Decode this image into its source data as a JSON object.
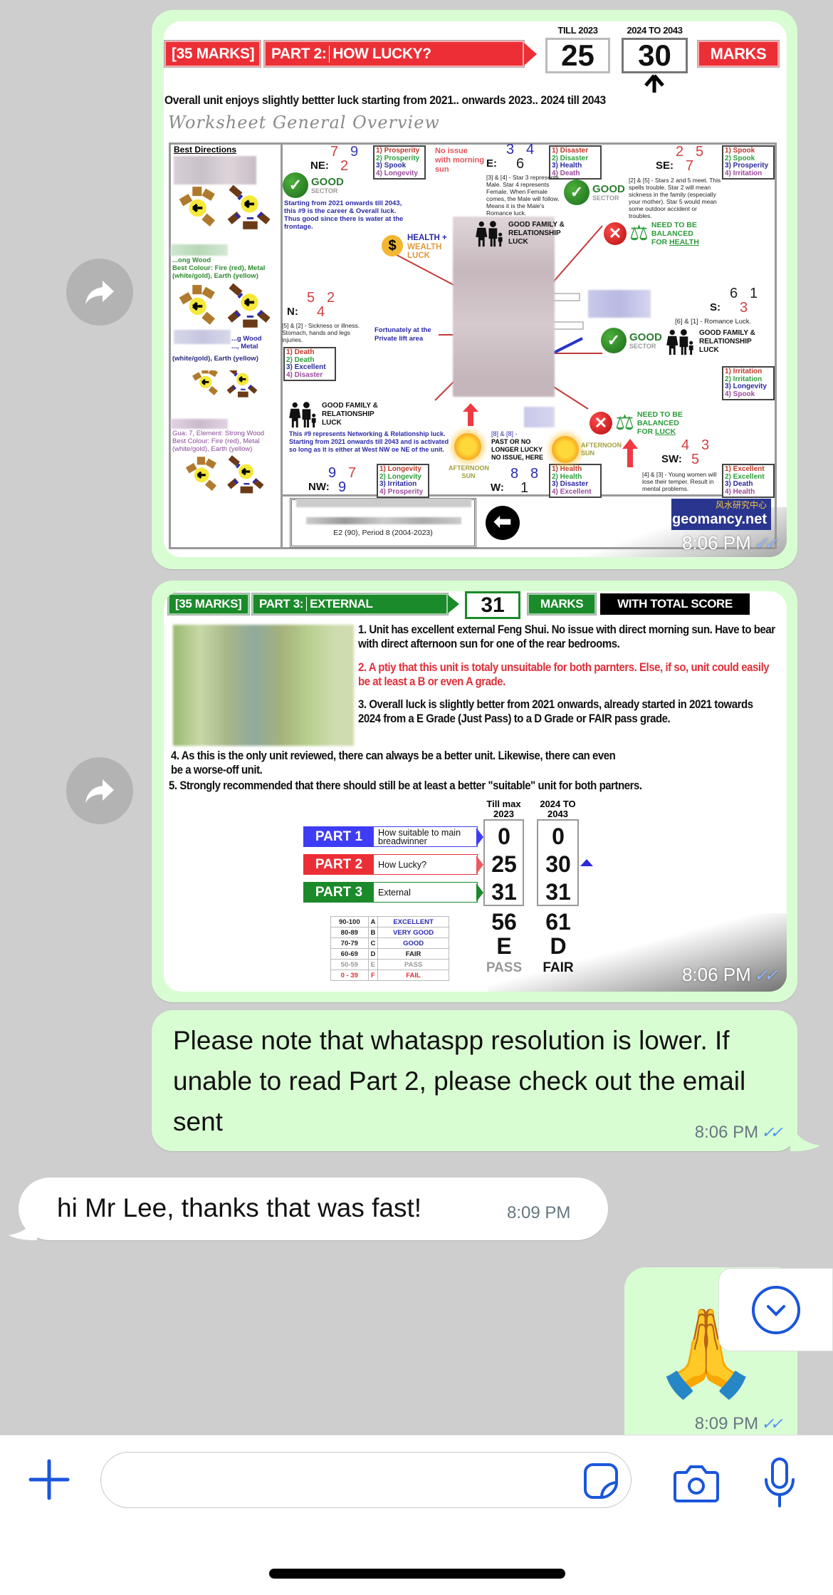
{
  "colors": {
    "chat_bg": "#cecece",
    "outgoing": "#d9fdd3",
    "accent": "#1a56db",
    "tick": "#4f8ef7",
    "part_red": "#ec2f36",
    "part_green": "#1b8a2a",
    "part_blue": "#3f3cf5"
  },
  "messages": [
    {
      "type": "image",
      "direction": "outgoing",
      "time": "8:06 PM",
      "status": "read",
      "content": {
        "marks_label": "[35 MARKS]",
        "part_label": "PART 2:",
        "part_title": "HOW LUCKY?",
        "col1_label": "TILL 2023",
        "col1_value": "25",
        "col2_label": "2024 TO 2043",
        "col2_value": "30",
        "marks_btn": "MARKS",
        "summary": "Overall unit enjoys slightly bettter luck starting from 2021.. onwards 2023.. 2024 till 2043",
        "worksheet_title": "Worksheet General Overview",
        "best_directions": "Best Directions",
        "left_texts": [
          "...ong Wood",
          "Best Colour: Fire (red), Metal",
          "(white/gold), Earth (yellow)",
          "...g Wood",
          "..., Metal",
          "(white/gold), Earth (yellow)",
          "Gua: 7, Element: Strong Wood",
          "Best Colour: Fire (red), Metal",
          "(white/gold), Earth (yellow)"
        ],
        "sectors": [
          {
            "name": "NE:",
            "stars": [
              "7",
              "9",
              "2"
            ],
            "star_colors": [
              "#d04040",
              "#3a3ab0",
              "#d04040"
            ],
            "list": [
              "1) Prosperity",
              "2) Prosperity",
              "3) Spook",
              "4) Longevity"
            ]
          },
          {
            "name": "E:",
            "stars": [
              "3",
              "4",
              "6"
            ],
            "star_colors": [
              "#2a2ab0",
              "#2a2ab0",
              "#222222"
            ],
            "list": [
              "1) Disaster",
              "2) Disaster",
              "3) Health",
              "4) Death"
            ]
          },
          {
            "name": "SE:",
            "stars": [
              "2",
              "5",
              "7"
            ],
            "star_colors": [
              "#d04040",
              "#d04040",
              "#d04040"
            ],
            "list": [
              "1) Spook",
              "2) Spook",
              "3) Prosperity",
              "4) Irritation"
            ]
          },
          {
            "name": "N:",
            "stars": [
              "5",
              "2",
              "4"
            ],
            "star_colors": [
              "#d04040",
              "#d04040",
              "#d04040"
            ],
            "list": [
              "1) Death",
              "2) Death",
              "3) Excellent",
              "4) Disaster"
            ]
          },
          {
            "name": "S:",
            "stars": [
              "6",
              "1",
              "3"
            ],
            "star_colors": [
              "#222222",
              "#222222",
              "#d04040"
            ],
            "list": [
              "1) Irritation",
              "2) Irritation",
              "3) Longevity",
              "4) Spook"
            ]
          },
          {
            "name": "NW:",
            "stars": [
              "9",
              "7",
              "9"
            ],
            "star_colors": [
              "#2a2ab0",
              "#d04040",
              "#2a2ab0"
            ],
            "list": [
              "1) Longevity",
              "2) Longevity",
              "3) Irritation",
              "4) Prosperity"
            ]
          },
          {
            "name": "W:",
            "stars": [
              "8",
              "8",
              "1"
            ],
            "star_colors": [
              "#2a2ab0",
              "#2a2ab0",
              "#222222"
            ],
            "list": [
              "1) Health",
              "2) Health",
              "3) Disaster",
              "4) Excellent"
            ]
          },
          {
            "name": "SW:",
            "stars": [
              "4",
              "3",
              "5"
            ],
            "star_colors": [
              "#d04040",
              "#d04040",
              "#d04040"
            ],
            "list": [
              "1) Excellent",
              "2) Excellent",
              "3) Death",
              "4) Health"
            ]
          }
        ],
        "no_issue": "No issue with morning sun",
        "e_note": "[3] & [4] - Star 3 represents Male. Star 4 represents Female. When Female comes, the Male will follow. Means it is the Male's Romance luck.",
        "se_note": "[2] & [5] - Stars 2 and 5 meet. This spells trouble. Star 2 will mean sickness in the family (especially your mother). Star 5 would mean some outdoor accident or troubles.",
        "ne_note": "Starting from 2021 onwards till 2043, this #9 is the career & Overall luck. Thus good since there is water at the frontage.",
        "n_note": "[5] & [2] - Sickness or illness. Stomach, hands and legs injuries.",
        "lift_note": "Fortunately at the Private lift area",
        "s_note": "[6] & [1] - Romance Luck.",
        "nw_note": "This #9 represents Networking & Relationship luck. Starting from 2021 onwards till 2043 and is activated so long as it is either at West NW oe NE of the unit.",
        "w_note": "[8] & [8] - PAST OR NO LONGER LUCKY NO ISSUE, HERE",
        "w_note_a": "[8] & [8] -",
        "w_note_b": "PAST OR NO LONGER LUCKY NO ISSUE, HERE",
        "sw_note": "[4] & [3] - Young women will lose their temper. Result in mental problems.",
        "good": "GOOD",
        "sector": "SECTOR",
        "family_luck": "GOOD FAMILY & RELATIONSHIP LUCK",
        "health_plus": "HEALTH +",
        "wealth_luck": "WEALTH LUCK",
        "need_balanced": "NEED TO BE BALANCED",
        "for_health_pre": "FOR ",
        "for_health": "HEALTH",
        "for_luck": "LUCK",
        "afternoon_sun": "AFTERNOON SUN",
        "period": "E2 (90), Period 8 (2004-2023)",
        "logo_cn": "风水研究中心",
        "logo_text": "geomancy.net"
      }
    },
    {
      "type": "image",
      "direction": "outgoing",
      "time": "8:06 PM",
      "status": "read",
      "content": {
        "marks_label": "[35 MARKS]",
        "part_label": "PART 3:",
        "part_title": "EXTERNAL",
        "value": "31",
        "marks_btn": "MARKS",
        "total_btn": "WITH TOTAL SCORE",
        "points": [
          "1. Unit has excellent external Feng Shui. No issue with direct morning sun. Have to bear with direct afternoon sun for one of the rear bedrooms.",
          "2. A ptiy that this unit is totaly unsuitable for both parnters. Else, if so, unit could easily be at least a B or even A grade.",
          "3. Overall luck is slightly better from 2021 onwards, already started in 2021 towards 2024 from a E Grade (Just Pass) to a D Grade or FAIR pass grade.",
          "4. As this is the only unit reviewed, there can always be a better unit. Likewise, there can even be a worse-off unit.",
          "5. Strongly recommended that there should still be at least a better \"suitable\" unit for both partners."
        ],
        "col1_label": "Till max 2023",
        "col2_label": "2024 TO 2043",
        "parts": [
          {
            "name": "PART 1",
            "desc": "How suitable to main breadwinner",
            "v1": "0",
            "v2": "0"
          },
          {
            "name": "PART 2",
            "desc": "How Lucky?",
            "v1": "25",
            "v2": "30"
          },
          {
            "name": "PART 3",
            "desc": "External",
            "v1": "31",
            "v2": "31"
          }
        ],
        "total1": "56",
        "total2": "61",
        "grade1": "E",
        "grade2": "D",
        "gradeword1": "PASS",
        "gradeword2": "FAIR",
        "grade_table": [
          [
            "90-100",
            "A",
            "EXCELLENT"
          ],
          [
            "80-89",
            "B",
            "VERY GOOD"
          ],
          [
            "70-79",
            "C",
            "GOOD"
          ],
          [
            "60-69",
            "D",
            "FAIR"
          ],
          [
            "50-59",
            "E",
            "PASS"
          ],
          [
            "0 - 39",
            "F",
            "FAIL"
          ]
        ]
      }
    },
    {
      "type": "text",
      "direction": "outgoing",
      "text": "Please note that whataspp resolution is lower. If unable to read Part 2, please check out the email sent",
      "time": "8:06 PM",
      "status": "read"
    },
    {
      "type": "text",
      "direction": "incoming",
      "text": "hi Mr Lee, thanks that was fast!",
      "time": "8:09 PM"
    },
    {
      "type": "emoji",
      "direction": "outgoing",
      "text": "🙏",
      "time": "8:09 PM",
      "status": "read"
    }
  ],
  "composer": {
    "placeholder": ""
  }
}
